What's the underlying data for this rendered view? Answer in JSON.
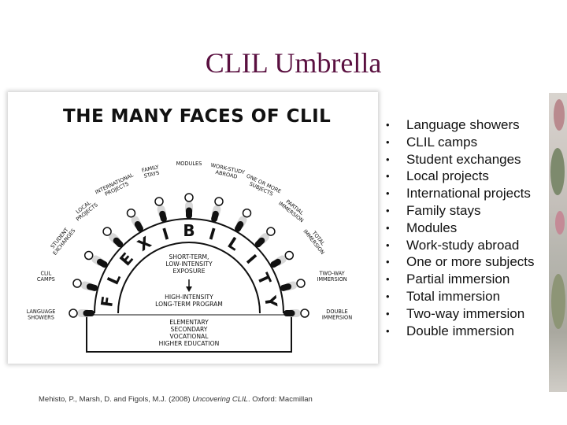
{
  "slide": {
    "title": "CLIL Umbrella"
  },
  "figure": {
    "heading": "THE MANY FACES OF CLIL",
    "flexibility_letters": [
      "F",
      "L",
      "E",
      "X",
      "I",
      "B",
      "I",
      "L",
      "I",
      "T",
      "Y"
    ],
    "center_top": [
      "SHORT-TERM,",
      "LOW-INTENSITY",
      "EXPOSURE"
    ],
    "center_bottom": [
      "HIGH-INTENSITY",
      "LONG-TERM PROGRAM"
    ],
    "base_text": [
      "ELEMENTARY",
      "SECONDARY",
      "VOCATIONAL",
      "HIGHER EDUCATION"
    ],
    "figure_labels": [
      {
        "text": [
          "LANGUAGE",
          "SHOWERS"
        ]
      },
      {
        "text": [
          "CLIL",
          "CAMPS"
        ]
      },
      {
        "text": [
          "STUDENT",
          "EXCHANGES"
        ]
      },
      {
        "text": [
          "LOCAL",
          "PROJECTS"
        ]
      },
      {
        "text": [
          "INTERNATIONAL",
          "PROJECTS"
        ]
      },
      {
        "text": [
          "FAMILY",
          "STAYS"
        ]
      },
      {
        "text": [
          "MODULES"
        ]
      },
      {
        "text": [
          "WORK-STUDY",
          "ABROAD"
        ]
      },
      {
        "text": [
          "ONE OR MORE",
          "SUBJECTS"
        ]
      },
      {
        "text": [
          "PARTIAL",
          "IMMERSION"
        ]
      },
      {
        "text": [
          "TOTAL",
          "IMMERSION"
        ]
      },
      {
        "text": [
          "TWO-WAY",
          "IMMERSION"
        ]
      },
      {
        "text": [
          "DOUBLE",
          "IMMERSION"
        ]
      }
    ]
  },
  "bullets": [
    "Language showers",
    "CLIL camps",
    "Student exchanges",
    "Local projects",
    "International projects",
    "Family stays",
    "Modules",
    "Work-study abroad",
    "One or more subjects",
    "Partial immersion",
    "Total immersion",
    "Two-way immersion",
    "Double immersion"
  ],
  "bullet_marker": "•",
  "citation": {
    "before": "Mehisto, P., Marsh, D. and Figols, M.J. (2008) ",
    "title": "Uncovering CLIL",
    "after": ". Oxford: Macmillan"
  }
}
